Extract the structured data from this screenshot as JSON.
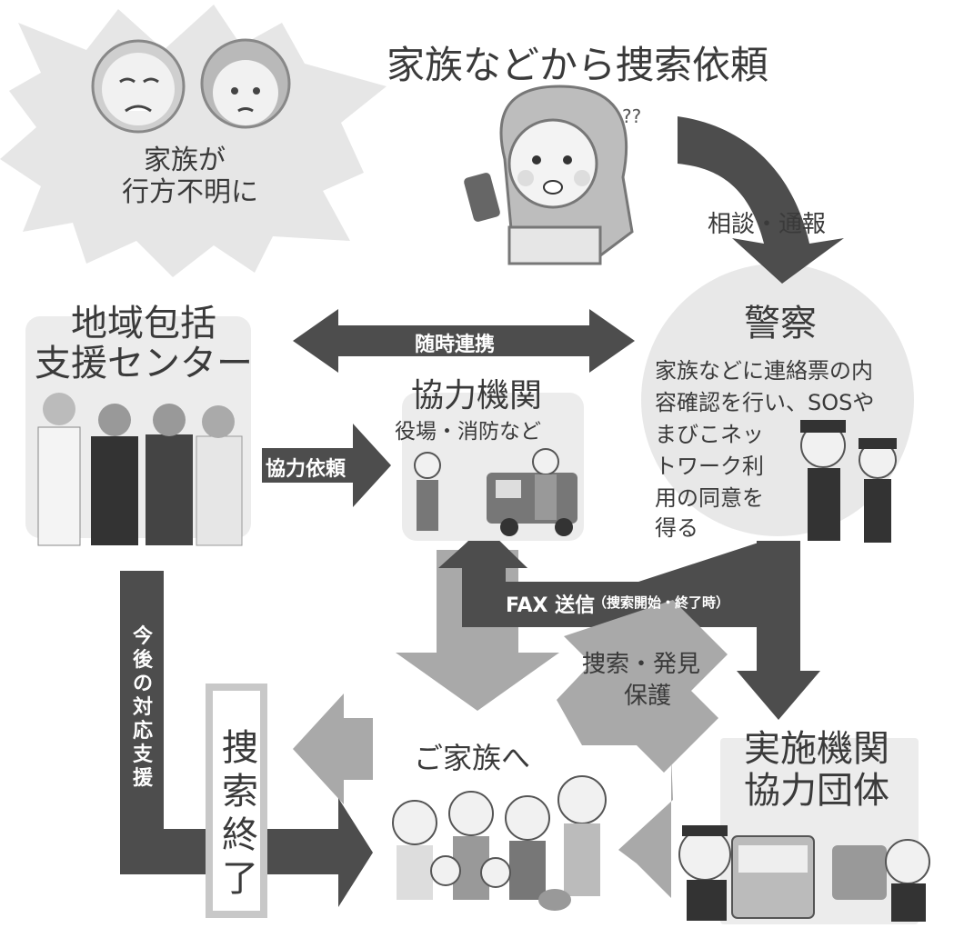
{
  "family": {
    "line1": "家族が",
    "line2": "行方不明に"
  },
  "request_title": "家族などから捜索依頼",
  "consult_label": "相談・通報",
  "center": {
    "line1": "地域包括",
    "line2": "支援センター"
  },
  "police": {
    "title": "警察",
    "desc": [
      "家族などに連絡票の内",
      "容確認を行い、SOSや",
      "まびこネッ",
      "トワーク利",
      "用の同意を",
      "得る"
    ]
  },
  "cooperation_link": "随時連携",
  "cooperation": {
    "title": "協力機関",
    "sub": "役場・消防など"
  },
  "request_label": "協力依頼",
  "fax": {
    "main": "FAX 送信",
    "note": "（捜索開始・終了時）"
  },
  "search_label": {
    "line1": "捜索・発見",
    "line2": "保護"
  },
  "future_support": "今後の対応支援",
  "to_family": "ご家族へ",
  "search_end": [
    "捜",
    "索",
    "終",
    "了"
  ],
  "agencies": {
    "line1": "実施機関",
    "line2": "協力団体"
  },
  "colors": {
    "dark_arrow": "#4d4d4d",
    "light_arrow": "#a9a9a9",
    "box": "#ececec",
    "burst": "#e6e6e6"
  }
}
